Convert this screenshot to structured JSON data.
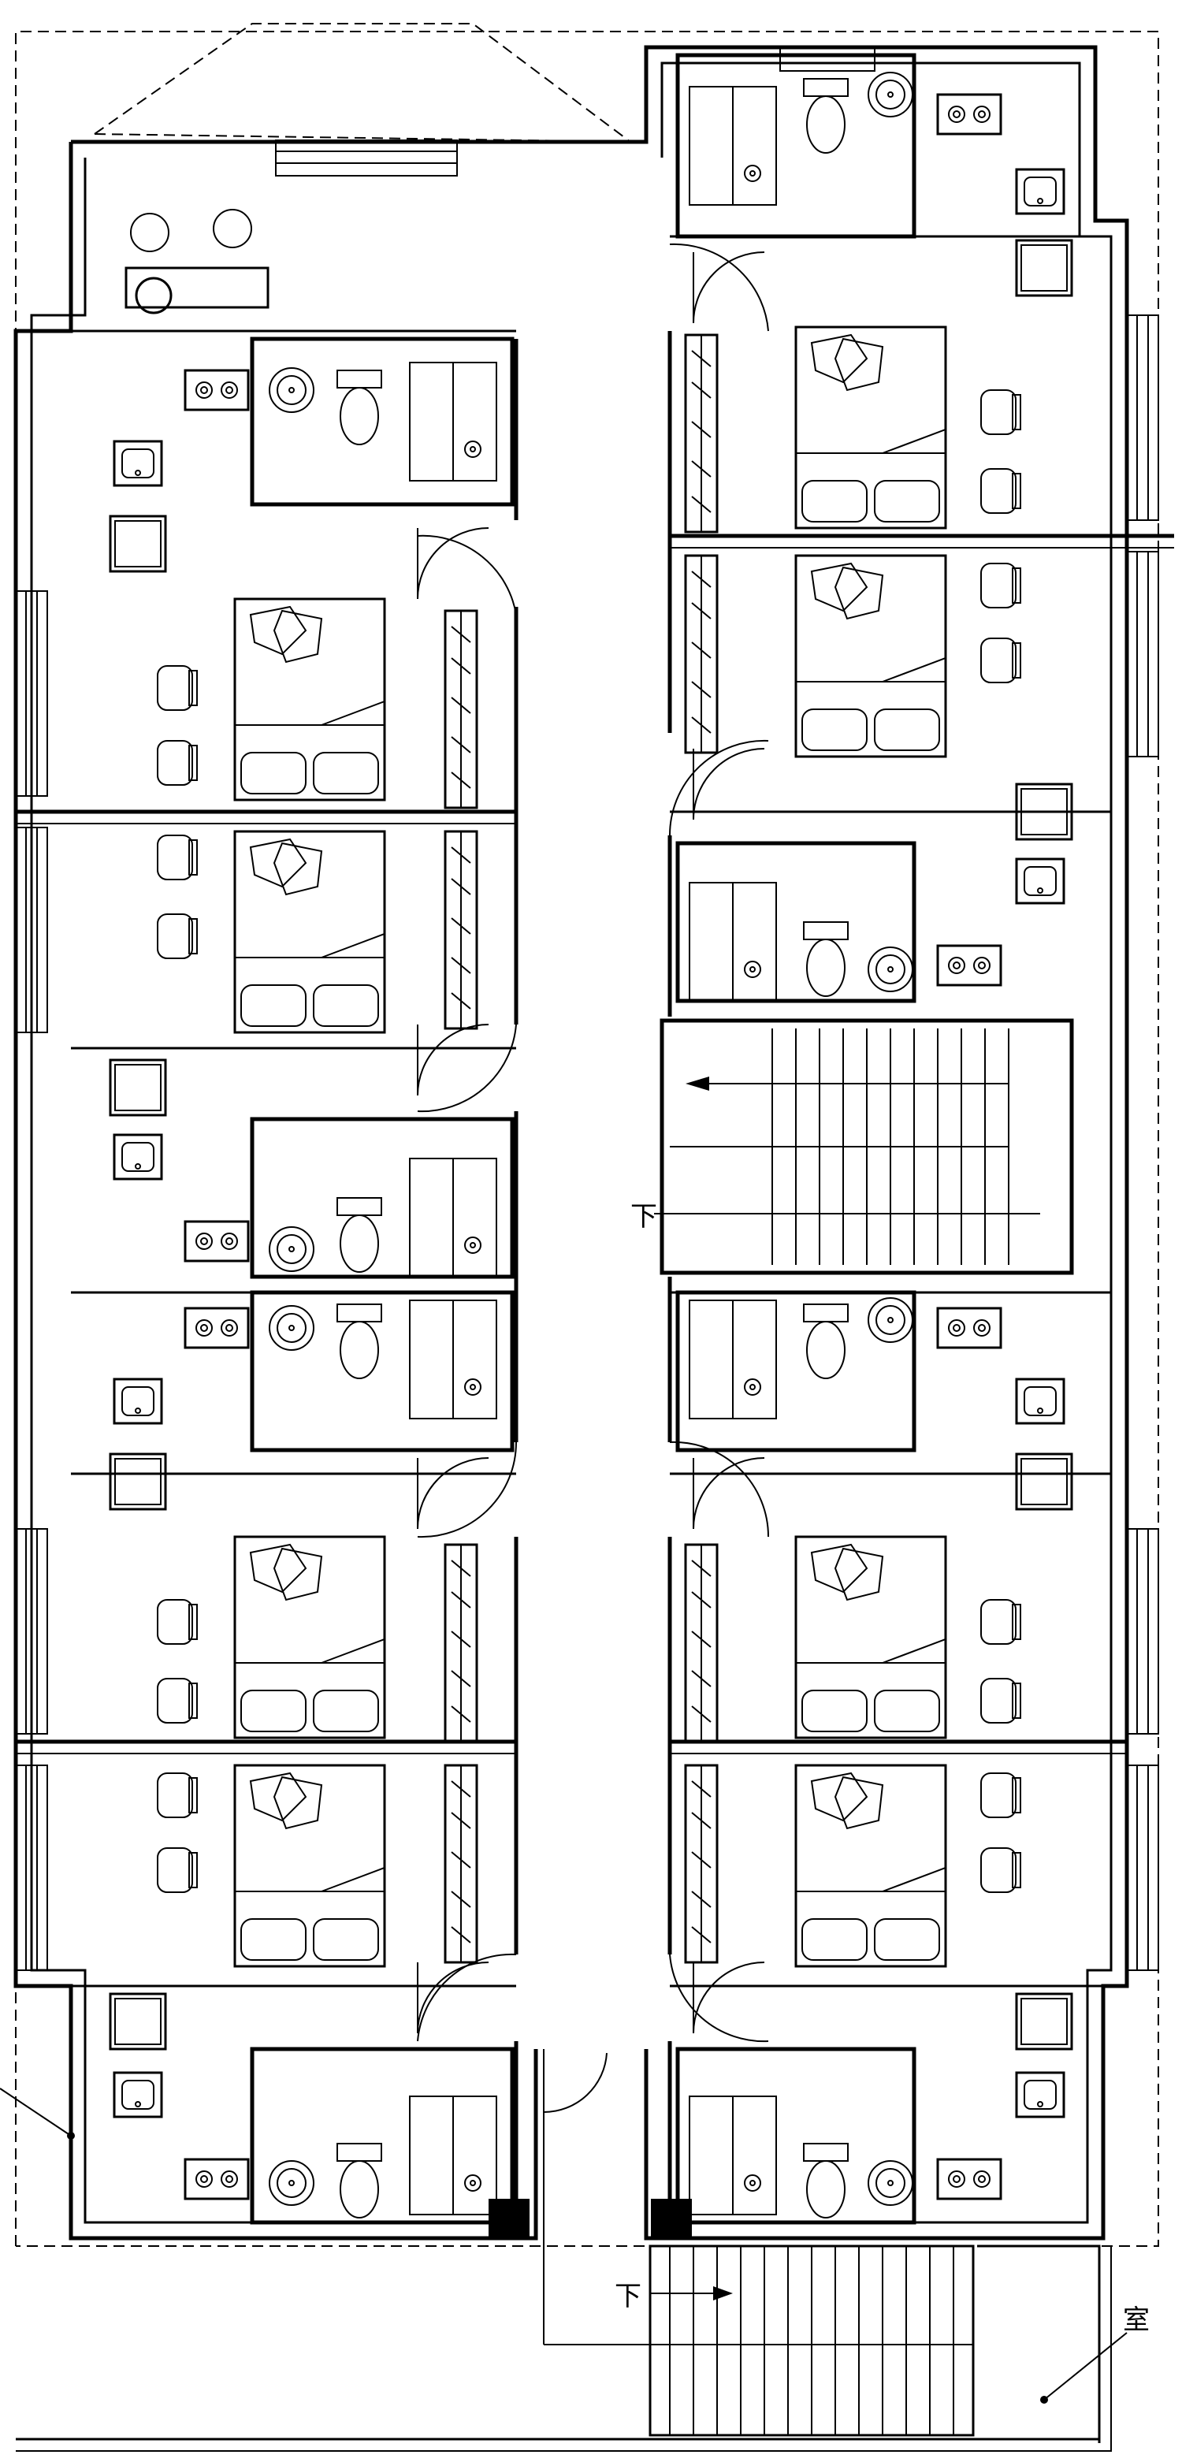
{
  "labels": {
    "stair_down_internal": "下",
    "stair_down_entrance": "下",
    "room_edge_label": "室"
  }
}
